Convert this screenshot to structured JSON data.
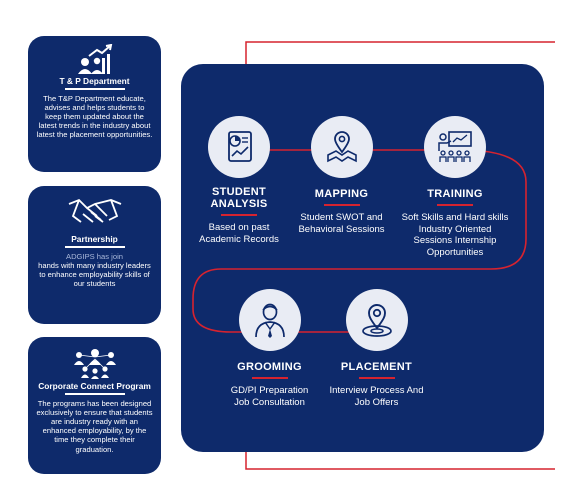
{
  "cards": [
    {
      "icon": "growth-chart-people-icon",
      "title": "T & P Department",
      "text": "The T&P Department educate, advises and helps students to keep them updated about the latest trends in the industry about latest the placement opportunities."
    },
    {
      "icon": "handshake-icon",
      "title": "Partnership",
      "subtitle": "ADGIPS has join",
      "text": "hands with many industry leaders to enhance employability skills of our students"
    },
    {
      "icon": "connected-people-icon",
      "title": "Corporate Connect Program",
      "text": "The programs has been designed exclusively to ensure that students are industry ready with an enhanced employability, by the time they complete their graduation."
    }
  ],
  "steps": [
    {
      "icon": "document-chart-icon",
      "name": "STUDENT ANALYSIS",
      "desc": "Based on past Academic Records"
    },
    {
      "icon": "map-pin-icon",
      "name": "MAPPING",
      "desc": "Student SWOT and Behavioral Sessions"
    },
    {
      "icon": "classroom-training-icon",
      "name": "TRAINING",
      "desc": "Soft Skills and Hard skills Industry Oriented Sessions Internship Opportunities"
    },
    {
      "icon": "professional-person-icon",
      "name": "GROOMING",
      "desc": "GD/PI Preparation Job Consultation"
    },
    {
      "icon": "location-target-icon",
      "name": "PLACEMENT",
      "desc": "Interview Process And Job Offers"
    }
  ],
  "colors": {
    "navy": "#0e2a6b",
    "accent_red": "#d6232f",
    "circle_bg": "#e9ecf4"
  }
}
